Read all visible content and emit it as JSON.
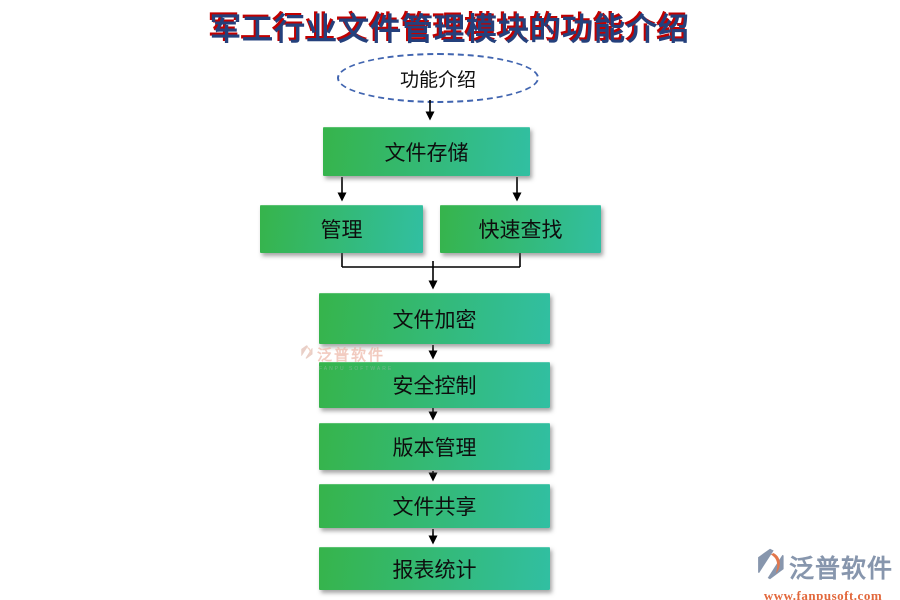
{
  "title": "军工行业文件管理模块的功能介绍",
  "flowchart": {
    "root": {
      "label": "功能介绍",
      "shape": "dashed-ellipse"
    },
    "nodes": [
      {
        "id": "file-storage",
        "label": "文件存储"
      },
      {
        "id": "management",
        "label": "管理"
      },
      {
        "id": "quick-search",
        "label": "快速查找"
      },
      {
        "id": "file-encryption",
        "label": "文件加密"
      },
      {
        "id": "security-control",
        "label": "安全控制"
      },
      {
        "id": "version-management",
        "label": "版本管理"
      },
      {
        "id": "file-sharing",
        "label": "文件共享"
      },
      {
        "id": "report-statistics",
        "label": "报表统计"
      }
    ]
  },
  "watermarks": {
    "center": {
      "brand": "泛普软件",
      "subtext": "FANPU SOFTWARE"
    },
    "bottom_right": {
      "brand": "泛普软件",
      "url": "www.fanpusoft.com"
    }
  },
  "colors": {
    "box_gradient_left": "#36b44b",
    "box_gradient_right": "#31bfa2",
    "title_text": "#24407c",
    "title_shadow": "#c00000",
    "ellipse_border": "#4165b0",
    "connector": "#000000",
    "watermark_brand": "#8796ad",
    "watermark_url": "#e2683c",
    "watermark_center_brand": "#e8a28e"
  }
}
